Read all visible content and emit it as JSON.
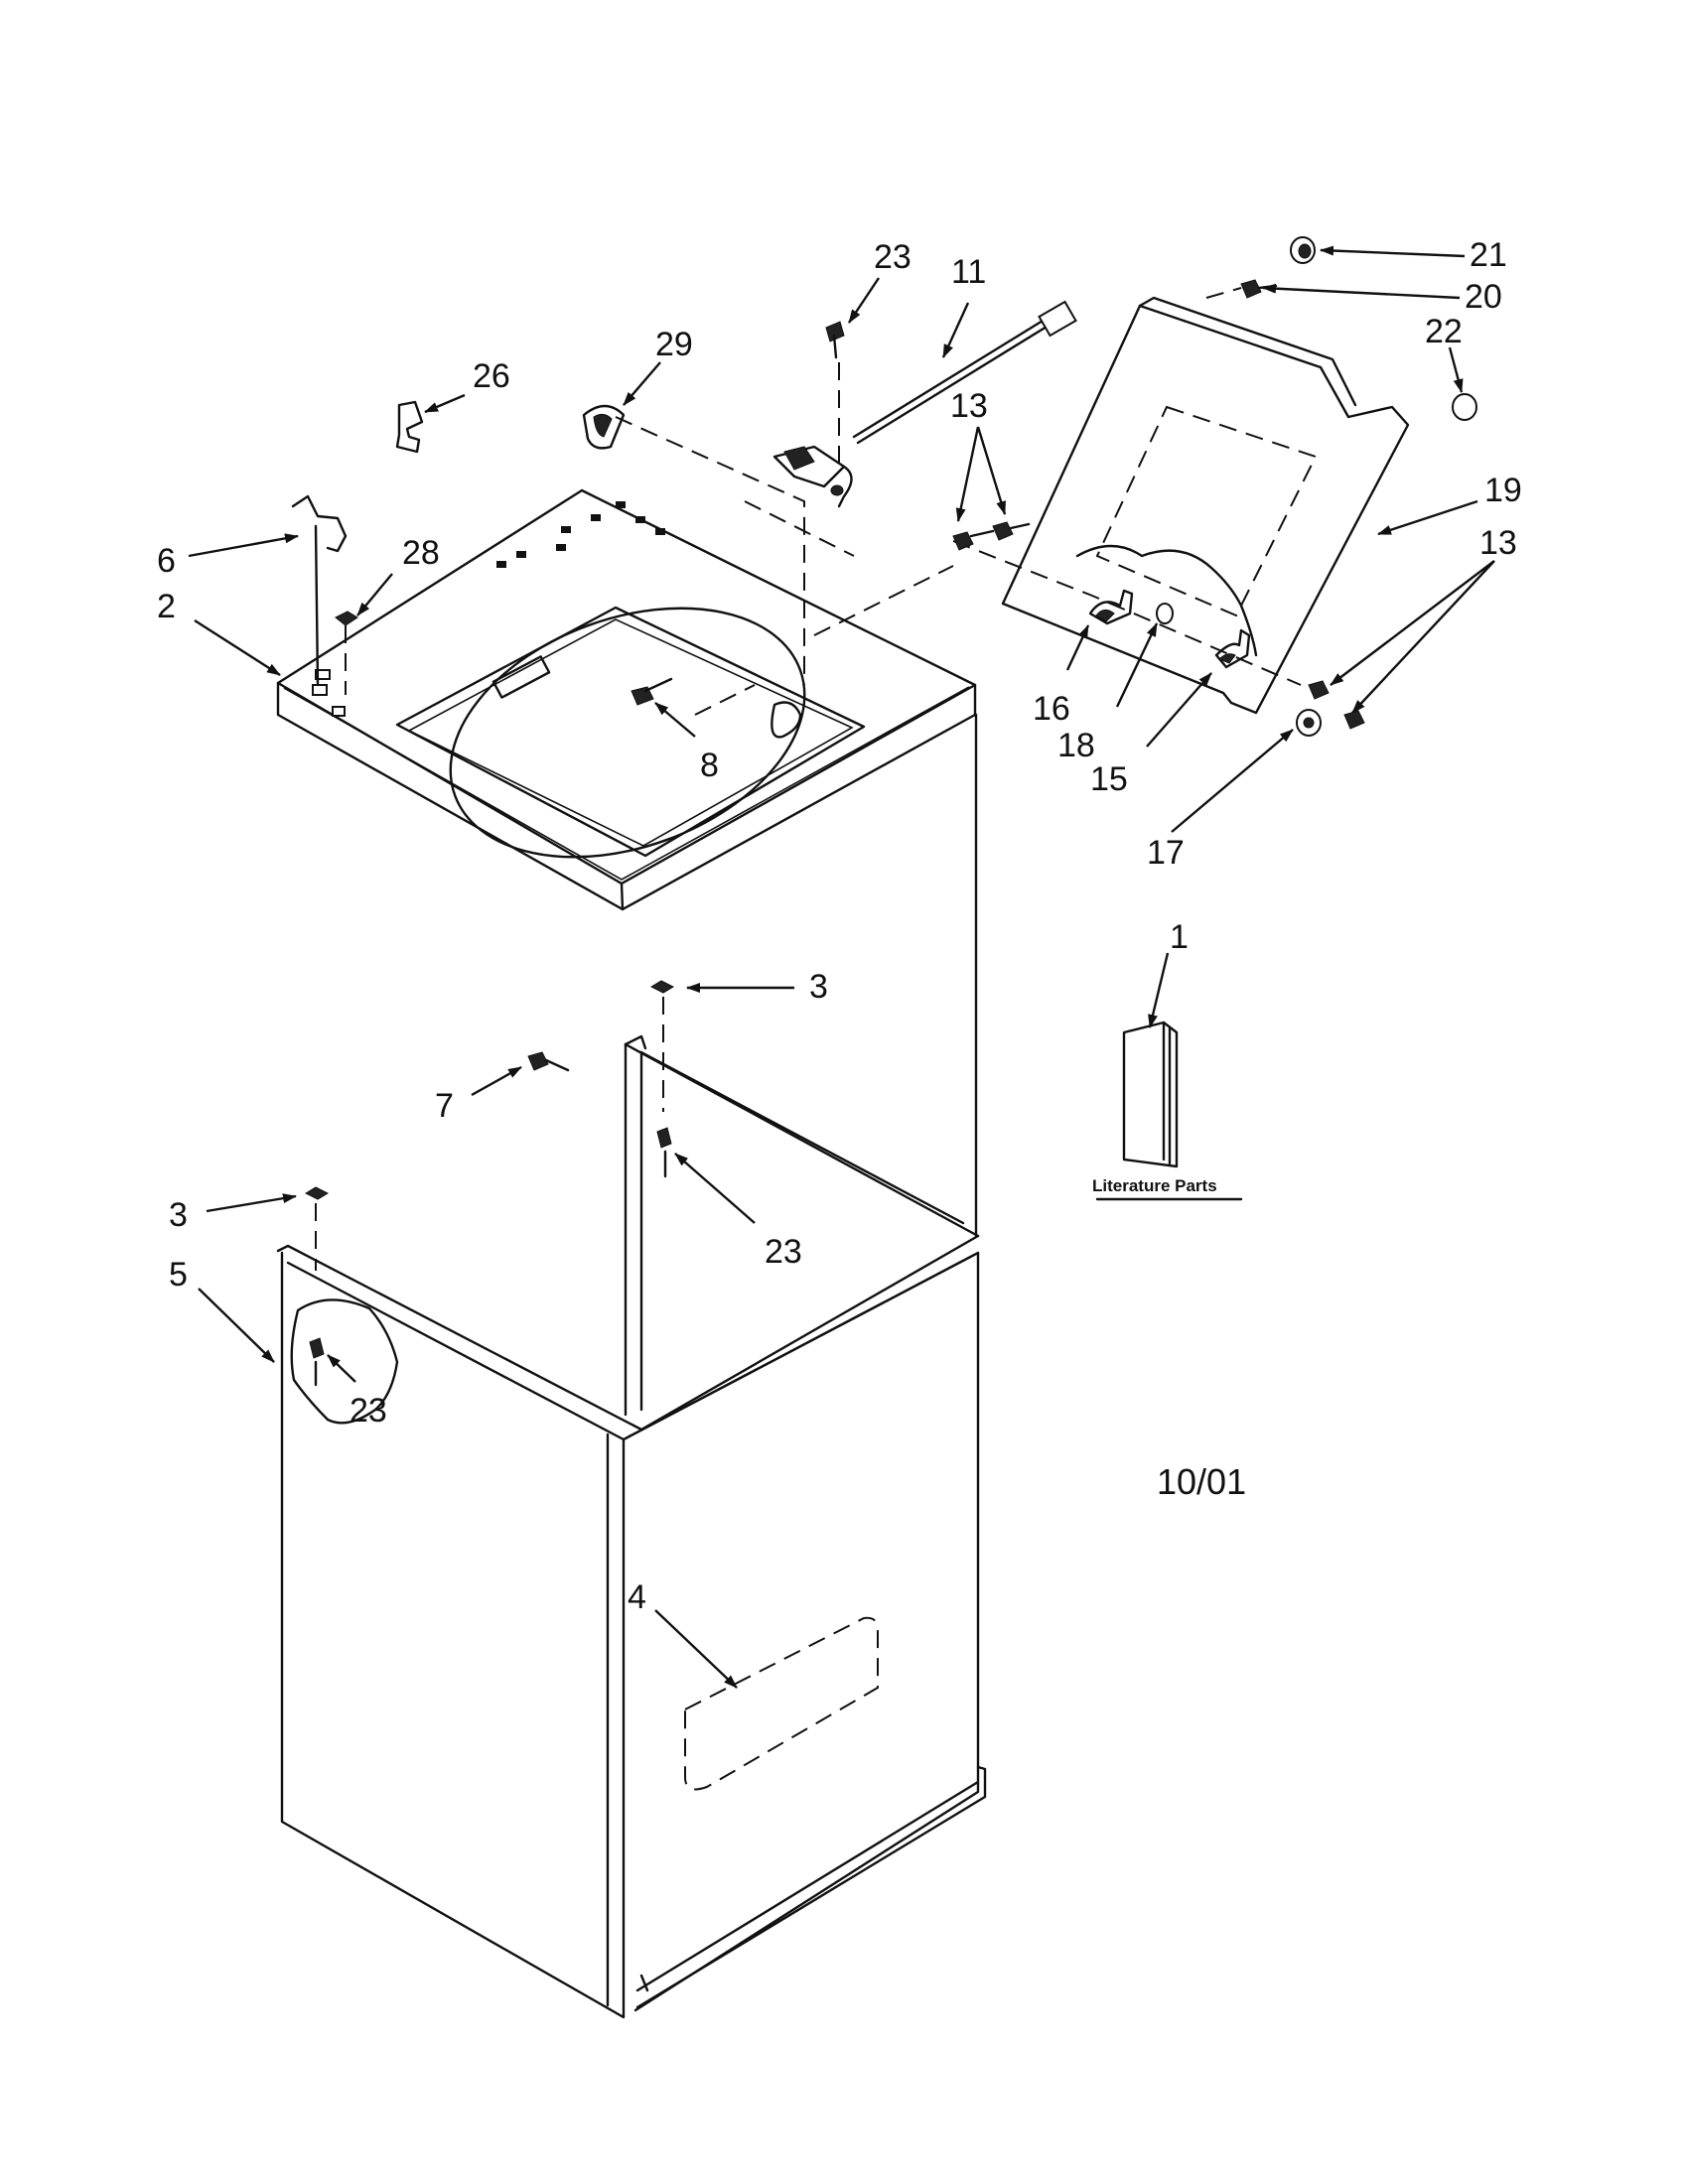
{
  "callouts": {
    "c23_top": "23",
    "c11": "11",
    "c21": "21",
    "c20": "20",
    "c22": "22",
    "c29": "29",
    "c26": "26",
    "c13_top": "13",
    "c19": "19",
    "c13_right": "13",
    "c6": "6",
    "c28": "28",
    "c2": "2",
    "c16": "16",
    "c18": "18",
    "c15": "15",
    "c17": "17",
    "c8": "8",
    "c1": "1",
    "c3_top": "3",
    "c7": "7",
    "c23_mid": "23",
    "c3_left": "3",
    "c5": "5",
    "c23_low": "23",
    "c4": "4"
  },
  "literature_label": "Literature Parts",
  "date_code": "10/01"
}
